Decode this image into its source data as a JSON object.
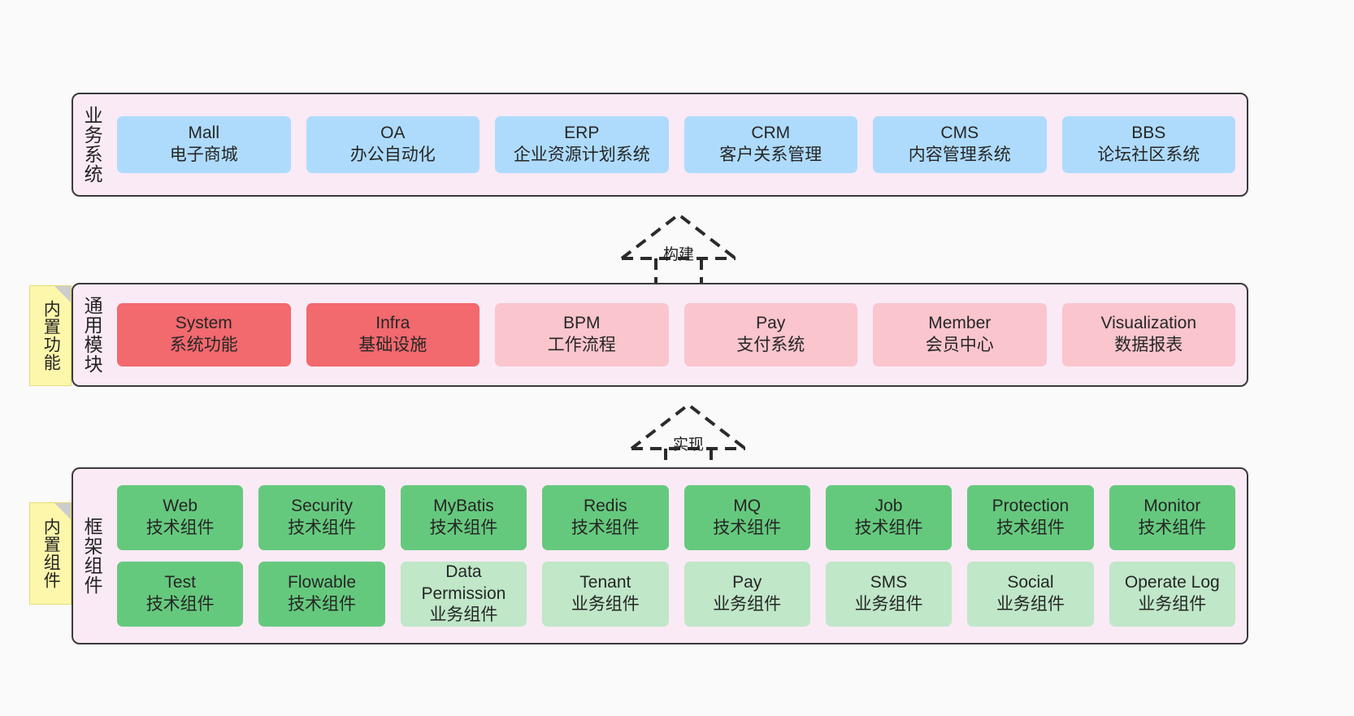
{
  "diagram": {
    "title": "",
    "colors": {
      "layer_background": "#faeaf5",
      "layer_border": "#3a3a3a",
      "business_card": "#aedbfc",
      "common_core_card": "#f2696e",
      "common_card": "#fac5cd",
      "framework_tech_card": "#65c97d",
      "framework_biz_card": "#bfe7c8",
      "note_background": "#fcf7ab",
      "note_fold": "#cdcdcd",
      "canvas": "#fafafa"
    }
  },
  "layers": {
    "business": {
      "label": "业务系统",
      "rows": [
        [
          {
            "title": "Mall",
            "subtitle": "电子商城",
            "style": "c-blue"
          },
          {
            "title": "OA",
            "subtitle": "办公自动化",
            "style": "c-blue"
          },
          {
            "title": "ERP",
            "subtitle": "企业资源计划系统",
            "style": "c-blue"
          },
          {
            "title": "CRM",
            "subtitle": "客户关系管理",
            "style": "c-blue"
          },
          {
            "title": "CMS",
            "subtitle": "内容管理系统",
            "style": "c-blue"
          },
          {
            "title": "BBS",
            "subtitle": "论坛社区系统",
            "style": "c-blue"
          }
        ]
      ]
    },
    "common": {
      "label": "通用模块",
      "rows": [
        [
          {
            "title": "System",
            "subtitle": "系统功能",
            "style": "c-red"
          },
          {
            "title": "Infra",
            "subtitle": "基础设施",
            "style": "c-red"
          },
          {
            "title": "BPM",
            "subtitle": "工作流程",
            "style": "c-pink"
          },
          {
            "title": "Pay",
            "subtitle": "支付系统",
            "style": "c-pink"
          },
          {
            "title": "Member",
            "subtitle": "会员中心",
            "style": "c-pink"
          },
          {
            "title": "Visualization",
            "subtitle": "数据报表",
            "style": "c-pink"
          }
        ]
      ]
    },
    "framework": {
      "label": "框架组件",
      "rows": [
        [
          {
            "title": "Web",
            "subtitle": "技术组件",
            "style": "c-green"
          },
          {
            "title": "Security",
            "subtitle": "技术组件",
            "style": "c-green"
          },
          {
            "title": "MyBatis",
            "subtitle": "技术组件",
            "style": "c-green"
          },
          {
            "title": "Redis",
            "subtitle": "技术组件",
            "style": "c-green"
          },
          {
            "title": "MQ",
            "subtitle": "技术组件",
            "style": "c-green"
          },
          {
            "title": "Job",
            "subtitle": "技术组件",
            "style": "c-green"
          },
          {
            "title": "Protection",
            "subtitle": "技术组件",
            "style": "c-green"
          },
          {
            "title": "Monitor",
            "subtitle": "技术组件",
            "style": "c-green"
          }
        ],
        [
          {
            "title": "Test",
            "subtitle": "技术组件",
            "style": "c-green"
          },
          {
            "title": "Flowable",
            "subtitle": "技术组件",
            "style": "c-green"
          },
          {
            "title": "Data Permission",
            "subtitle": "业务组件",
            "style": "c-lightgreen"
          },
          {
            "title": "Tenant",
            "subtitle": "业务组件",
            "style": "c-lightgreen"
          },
          {
            "title": "Pay",
            "subtitle": "业务组件",
            "style": "c-lightgreen"
          },
          {
            "title": "SMS",
            "subtitle": "业务组件",
            "style": "c-lightgreen"
          },
          {
            "title": "Social",
            "subtitle": "业务组件",
            "style": "c-lightgreen"
          },
          {
            "title": "Operate Log",
            "subtitle": "业务组件",
            "style": "c-lightgreen"
          }
        ]
      ]
    }
  },
  "notes": [
    {
      "id": "note-common",
      "label": "内置功能"
    },
    {
      "id": "note-framework",
      "label": "内置组件"
    }
  ],
  "connectors": [
    {
      "id": "connector-build",
      "label": "构建",
      "from": "common",
      "to": "business"
    },
    {
      "id": "connector-realize",
      "label": "实现",
      "from": "framework",
      "to": "common"
    }
  ]
}
